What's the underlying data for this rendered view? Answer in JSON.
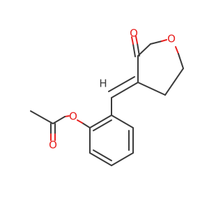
{
  "molecule": {
    "atom_labels": {
      "carbonyl_oxygen_lactone": "O",
      "ring_oxygen_lactone": "O",
      "ester_oxygen": "O",
      "carbonyl_oxygen_acetyl": "O",
      "vinyl_hydrogen": "H"
    },
    "colors": {
      "bond": "#3a3a3a",
      "oxygen": "#e8201f",
      "hydrogen": "#3a3a3a",
      "background": "#ffffff"
    }
  }
}
